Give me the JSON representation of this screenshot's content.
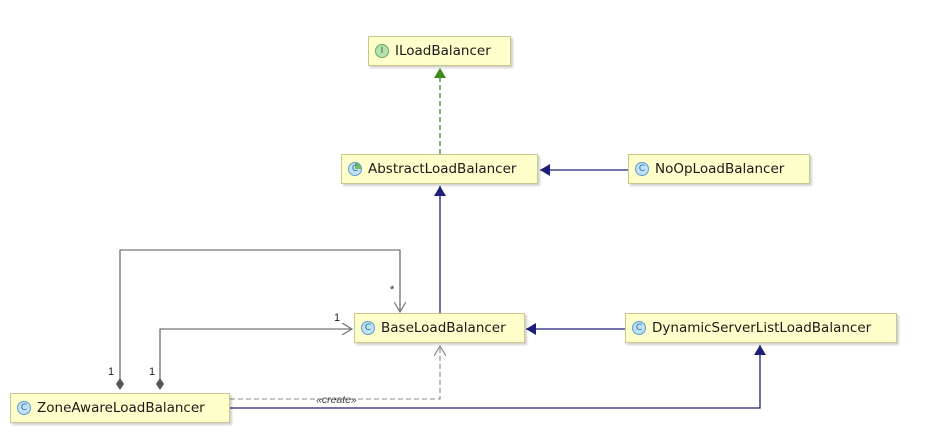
{
  "nodes": {
    "iloadbalancer": {
      "label": "ILoadBalancer",
      "kind": "interface",
      "icon": "interface-icon",
      "badge": "I"
    },
    "abstractloadbalancer": {
      "label": "AbstractLoadBalancer",
      "kind": "abstract-class",
      "icon": "abstract-class-icon",
      "badge": "C"
    },
    "noopoloadbalancer": {
      "label": "NoOpLoadBalancer",
      "kind": "class",
      "icon": "class-icon",
      "badge": "C"
    },
    "baseloadbalancer": {
      "label": "BaseLoadBalancer",
      "kind": "class",
      "icon": "class-icon",
      "badge": "C"
    },
    "dynamicserverlistloadbalancer": {
      "label": "DynamicServerListLoadBalancer",
      "kind": "class",
      "icon": "class-icon",
      "badge": "C"
    },
    "zoneawareloadbalancer": {
      "label": "ZoneAwareLoadBalancer",
      "kind": "class",
      "icon": "class-icon",
      "badge": "C"
    }
  },
  "edges": [
    {
      "from": "AbstractLoadBalancer",
      "to": "ILoadBalancer",
      "type": "realization",
      "color": "#3a8a1c"
    },
    {
      "from": "NoOpLoadBalancer",
      "to": "AbstractLoadBalancer",
      "type": "generalization",
      "color": "#1f1f7a"
    },
    {
      "from": "BaseLoadBalancer",
      "to": "AbstractLoadBalancer",
      "type": "generalization",
      "color": "#1f1f7a"
    },
    {
      "from": "DynamicServerListLoadBalancer",
      "to": "BaseLoadBalancer",
      "type": "generalization",
      "color": "#1f1f7a"
    },
    {
      "from": "ZoneAwareLoadBalancer",
      "to": "DynamicServerListLoadBalancer",
      "type": "generalization",
      "color": "#1f1f7a"
    },
    {
      "from": "ZoneAwareLoadBalancer",
      "to": "BaseLoadBalancer",
      "type": "composition",
      "source_multiplicity": "1",
      "target_multiplicity": "*",
      "color": "#555555"
    },
    {
      "from": "ZoneAwareLoadBalancer",
      "to": "BaseLoadBalancer",
      "type": "composition",
      "source_multiplicity": "1",
      "target_multiplicity": "1",
      "color": "#555555"
    },
    {
      "from": "ZoneAwareLoadBalancer",
      "to": "BaseLoadBalancer",
      "type": "dependency",
      "stereotype": "«create»",
      "color": "#888888"
    }
  ],
  "labels": {
    "mult_star": "*",
    "mult_1_upper_target": "1",
    "mult_1_left_source": "1",
    "mult_1_right_source": "1",
    "create_stereotype": "«create»"
  },
  "colors": {
    "node_fill": "#ffffcc",
    "node_border": "#c8c88a",
    "realization": "#3a8a1c",
    "generalization": "#1f1f7a",
    "association": "#555555",
    "dependency": "#888888"
  }
}
